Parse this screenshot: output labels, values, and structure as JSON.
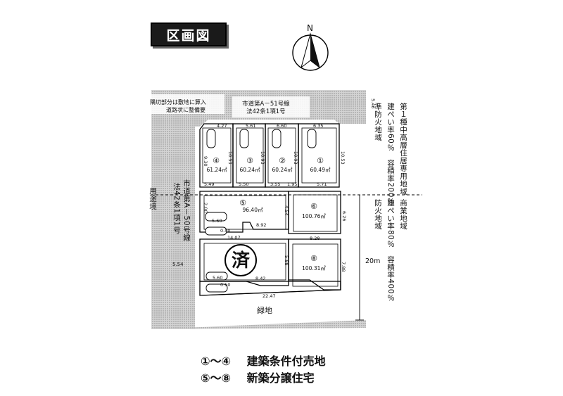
{
  "title": "区画図",
  "north": "N",
  "road_label_top_1": "市道第A－51号線",
  "road_label_top_2": "法42条1項1号",
  "note_top_1": "隅切部分は敷地に算入",
  "note_top_2": "道路状に整備要",
  "left_road_vertical_1": "市道第A－50号線",
  "left_road_vertical_2": "法42条1項1号",
  "left_label": "用途境",
  "dim_left_road": "5.54",
  "dim_top_road": "5.46",
  "dim_right_20m": "20m",
  "green_area": "緑地",
  "sold_mark": "済",
  "zone_upper": [
    "第１種中高層住居専用地域",
    "建ぺい率60％　容積率200％",
    "準防火地域"
  ],
  "zone_lower": [
    "商業地域",
    "建ぺい率80％　容積率400％",
    "防火地域"
  ],
  "lots": [
    {
      "no": "④",
      "area": "61.24㎡"
    },
    {
      "no": "③",
      "area": "60.24㎡"
    },
    {
      "no": "②",
      "area": "60.24㎡"
    },
    {
      "no": "①",
      "area": "60.49㎡"
    },
    {
      "no": "⑤",
      "area": "96.40㎡"
    },
    {
      "no": "⑥",
      "area": "100.76㎡"
    },
    {
      "no": "⑧",
      "area": "100.31㎡"
    }
  ],
  "dims": {
    "d427": "4.27",
    "d561": "5.61",
    "d660": "6.60",
    "d635": "6.35",
    "d930": "9.30",
    "d1053a": "10.53",
    "d1093a": "10.93",
    "d1093b": "10.93",
    "d1053b": "10.53",
    "d549": "5.49",
    "d550": "5.50",
    "d355": "3.55",
    "d195": "1.95",
    "d571": "5.71",
    "d560a": "5.60",
    "d892": "8.92",
    "d828": "8.28",
    "d1407": "14.07",
    "d050a": "0.50",
    "d050b": "0.50",
    "d560b": "5.60",
    "d842": "8.42",
    "d2247": "22.47",
    "d788": "7.88",
    "d588": "5.88",
    "d626": "6.26",
    "d454": "4.54",
    "d200": "2.00"
  },
  "legend": [
    {
      "range": "①～④",
      "text": "建築条件付売地"
    },
    {
      "range": "⑤～⑧",
      "text": "新築分譲住宅"
    }
  ]
}
